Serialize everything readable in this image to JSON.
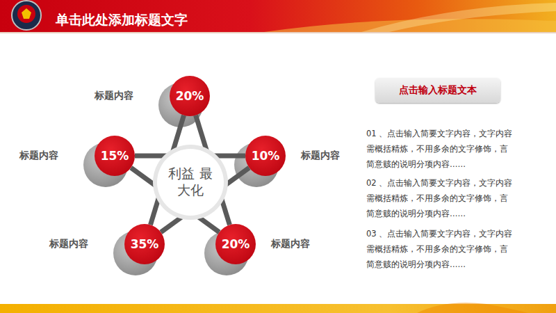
{
  "diagram": {
    "title": "单击此处添加标题文字",
    "nodes": [
      {
        "text": [
          "利益 最大化"
        ]
      },
      {
        "text": [
          "20%",
          "标题内容"
        ]
      },
      {
        "text": [
          "15%",
          "标题内容"
        ]
      },
      {
        "text": [
          "10%",
          "标题内容"
        ]
      },
      {
        "text": [
          "35%",
          "标题内容"
        ]
      },
      {
        "text": [
          "20%",
          "标题内容"
        ]
      },
      {
        "text": [
          "点击输入标题文本"
        ]
      }
    ],
    "edges": [
      {
        "from": 1,
        "to": 4,
        "arrow": "none"
      },
      {
        "from": 1,
        "to": 5,
        "arrow": "none"
      },
      {
        "from": 2,
        "to": 3,
        "arrow": "none"
      },
      {
        "from": 2,
        "to": 5,
        "arrow": "none"
      },
      {
        "from": 3,
        "to": 4,
        "arrow": "none"
      }
    ],
    "labels": [
      "01 、点击输入简要文字内容，文字内容需概括精炼，不用多余的文字修饰，言简意赅的说明分项内容……",
      "02 、点击输入简要文字内容，文字内容需概括精炼，不用多余的文字修饰，言简意赅的说明分项内容……",
      "03 、点击输入简要文字内容，文字内容需概括精炼，不用多余的文字修饰，言简意赅的说明分项内容……"
    ]
  }
}
